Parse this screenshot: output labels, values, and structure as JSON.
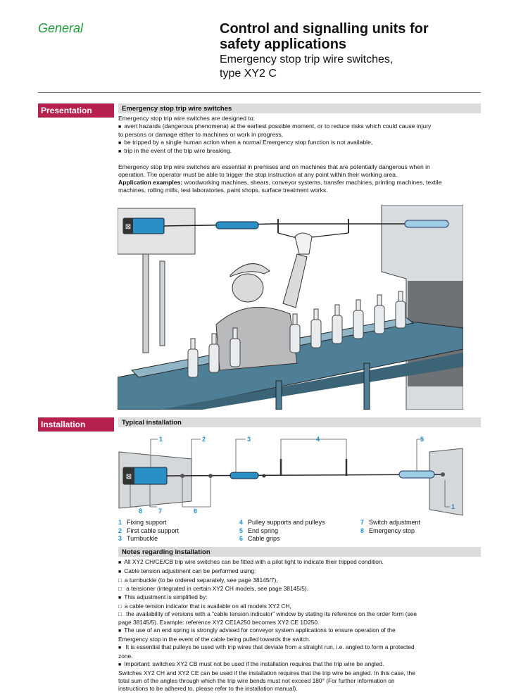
{
  "header": {
    "section": "General",
    "title_line1": "Control and signalling units for",
    "title_line2": "safety applications",
    "subtitle_line1": "Emergency stop trip wire switches,",
    "subtitle_line2": "type XY2 C"
  },
  "presentation": {
    "tab": "Presentation",
    "heading": "Emergency stop trip wire switches",
    "intro": "Emergency stop trip wire switches are designed to:",
    "bullets": [
      "avert hazards (dangerous phenomena) at the earliest possible moment, or to reduce risks which could cause injury",
      "to persons or damage either to machines or work in progress,",
      "be tripped by a single human action when a normal Emergency stop function is not available,",
      "trip in the event of the trip wire breaking."
    ],
    "para1": "Emergency stop trip wire switches are essential in premises and on machines that are potentially dangerous when in",
    "para2": "operation. The operator must be able to trigger the stop instruction at any point within their working area.",
    "app_label": "Application examples:",
    "app_text1": " woodworking machines, shears, conveyor systems, transfer machines, printing machines, textile",
    "app_text2": "machines, rolling mills, test laboratories, paint shops, surface treatment works."
  },
  "installation": {
    "tab": "Installation",
    "heading": "Typical installation",
    "callouts": [
      "1",
      "2",
      "3",
      "4",
      "5",
      "8",
      "7",
      "6",
      "1"
    ],
    "legend": [
      {
        "num": "1",
        "text": "Fixing support"
      },
      {
        "num": "2",
        "text": "First cable support"
      },
      {
        "num": "3",
        "text": "Turnbuckle"
      },
      {
        "num": "4",
        "text": "Pulley supports and pulleys"
      },
      {
        "num": "5",
        "text": "End spring"
      },
      {
        "num": "6",
        "text": "Cable grips"
      },
      {
        "num": "7",
        "text": "Switch adjustment"
      },
      {
        "num": "8",
        "text": "Emergency stop"
      }
    ]
  },
  "notes": {
    "heading": "Notes regarding installation",
    "lines": [
      {
        "type": "sq",
        "text": "All XY2 CH/CE/CB trip wire switches can be fitted with a pilot light to indicate their tripped condition."
      },
      {
        "type": "sq",
        "text": "Cable tension adjustment can be performed using:"
      },
      {
        "type": "hs",
        "text": "a turnbuckle (to be ordered separately, see page 38145/7),"
      },
      {
        "type": "hs",
        "text": " a tensioner (integrated in certain XY2 CH models, see page 38145/5)."
      },
      {
        "type": "sq",
        "text": "This adjustment is simplified by:"
      },
      {
        "type": "hs",
        "text": "a cable tension indicator that is available on all models XY2 CH,"
      },
      {
        "type": "hs",
        "text": " the availability of versions with a “cable tension indicator” window by stating its reference on the order form (see"
      },
      {
        "type": "plain",
        "text": "page 38145/5). Example: reference XY2 CE1A250 becomes XY2 CE 1D250."
      },
      {
        "type": "sq",
        "text": "The use of an end spring is strongly advised for conveyor system applications to ensure operation of the"
      },
      {
        "type": "plain",
        "text": "Emergency stop in the event of the cable being pulled towards the switch."
      },
      {
        "type": "sq",
        "text": " It is essential that pulleys be used with trip wires that deviate from a straight run, i.e. angled to form a protected"
      },
      {
        "type": "plain",
        "text": "zone."
      },
      {
        "type": "sq",
        "text": "Important: switches XY2 CB must not be used if the installation requires that the trip wire be angled."
      },
      {
        "type": "plain",
        "text": "Switches XY2 CH and XY2 CE can be used if the installation requires that the trip wire be angled. In this case, the"
      },
      {
        "type": "plain",
        "text": "total sum of the angles through which the trip wire bends must not exceed 180° (For further information on"
      },
      {
        "type": "plain",
        "text": "instructions to be adhered to, please refer to the installation manual)."
      }
    ]
  },
  "colors": {
    "accent": "#b5204d",
    "green": "#1f9a3a",
    "callout": "#1e8fd0",
    "switch_blue": "#2a8fc4"
  }
}
